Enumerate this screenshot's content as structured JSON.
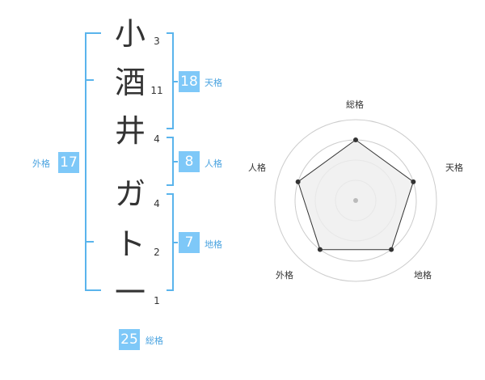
{
  "name": {
    "characters": [
      {
        "char": "小",
        "strokes": "3"
      },
      {
        "char": "酒",
        "strokes": "11"
      },
      {
        "char": "井",
        "strokes": "4"
      },
      {
        "char": "ガ",
        "strokes": "4"
      },
      {
        "char": "ト",
        "strokes": "2"
      },
      {
        "char": "一",
        "strokes": "1"
      }
    ]
  },
  "kakusu": {
    "tenkaku": {
      "value": "18",
      "label": "天格"
    },
    "jinkaku": {
      "value": "8",
      "label": "人格"
    },
    "chikaku": {
      "value": "7",
      "label": "地格"
    },
    "gaikaku": {
      "value": "17",
      "label": "外格"
    },
    "soukaku": {
      "value": "25",
      "label": "総格"
    }
  },
  "chart_data": {
    "type": "radar",
    "axes": [
      "総格",
      "天格",
      "地格",
      "外格",
      "人格"
    ],
    "values": [
      0.75,
      0.75,
      0.75,
      0.75,
      0.75
    ],
    "max": 1,
    "rings": 4,
    "colors": {
      "fill": "#eeeeee",
      "line": "#333333",
      "ring": "#cccccc",
      "center": "#bbbbbb"
    }
  },
  "colors": {
    "accent": "#7ec8f8",
    "bracket": "#5ab4ec",
    "label": "#4aa3e0"
  }
}
